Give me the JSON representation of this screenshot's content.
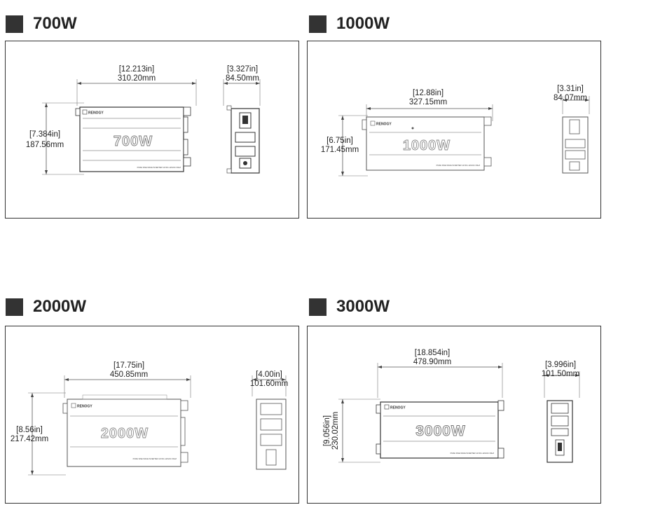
{
  "panels": [
    {
      "title": "700W",
      "width_in": "[12.213in]",
      "width_mm": "310.20mm",
      "height_in": "[7.384in]",
      "height_mm": "187.56mm",
      "depth_in": "[3.327in]",
      "depth_mm": "84.50mm",
      "brand": "RENOGY",
      "watt_label": "700W",
      "model_label": "PURE SINE WAVE INVERTER 12VDC-120VAC 60HZ"
    },
    {
      "title": "1000W",
      "width_in": "[12.88in]",
      "width_mm": "327.15mm",
      "height_in": "[6.75in]",
      "height_mm": "171.45mm",
      "depth_in": "[3.31in]",
      "depth_mm": "84.07mm",
      "brand": "RENOGY",
      "watt_label": "1000W",
      "model_label": "PURE SINE WAVE INVERTER 12VDC-120VAC 60HZ"
    },
    {
      "title": "2000W",
      "width_in": "[17.75in]",
      "width_mm": "450.85mm",
      "height_in": "[8.56in]",
      "height_mm": "217.42mm",
      "depth_in": "[4.00in]",
      "depth_mm": "101.60mm",
      "brand": "RENOGY",
      "watt_label": "2000W",
      "model_label": "PURE SINE WAVE INVERTER 12VDC-120VAC 60HZ"
    },
    {
      "title": "3000W",
      "width_in": "[18.854in]",
      "width_mm": "478.90mm",
      "height_in": "[9.056in]",
      "height_mm": "230.02mm",
      "depth_in": "[3.996in]",
      "depth_mm": "101.50mm",
      "brand": "RENOGY",
      "watt_label": "3000W",
      "model_label": "PURE SINE WAVE INVERTER 12VDC-120VAC 60HZ"
    }
  ],
  "colors": {
    "line": "#333333",
    "title_square": "#333333",
    "dim_line": "#555555"
  }
}
